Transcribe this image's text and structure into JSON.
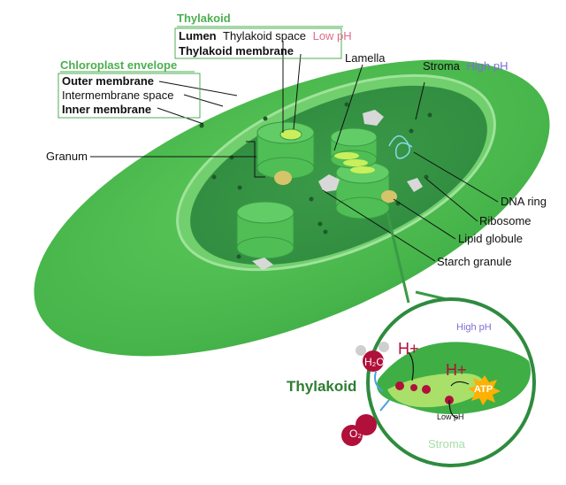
{
  "labels": {
    "thylakoid_header": "Thylakoid",
    "lumen": "Lumen",
    "thylakoid_space": "Thylakoid space",
    "low_ph": "Low pH",
    "thylakoid_membrane": "Thylakoid membrane",
    "chloroplast_envelope": "Chloroplast envelope",
    "outer_membrane": "Outer membrane",
    "intermembrane_space": "Intermembrane space",
    "inner_membrane": "Inner membrane",
    "granum": "Granum",
    "lamella": "Lamella",
    "stroma": "Stroma",
    "high_ph": "High pH",
    "dna_ring": "DNA ring",
    "ribosome": "Ribosome",
    "lipid_globule": "Lipid globule",
    "starch_granule": "Starch granule"
  },
  "inset": {
    "title": "Thylakoid",
    "high_ph": "High pH",
    "low_ph": "Low pH",
    "stroma": "Stroma",
    "h_plus_1": "H+",
    "h_plus_2": "H+",
    "atp": "ATP",
    "h2o": "H₂O",
    "o2": "O₂"
  },
  "colors": {
    "outer_green": "#4db848",
    "inner_green": "#5cbd5c",
    "stroma_green": "#3f9e4a",
    "label_green": "#4caf50",
    "low_ph_pink": "#e06b8a",
    "high_ph_purple": "#7b6fd6",
    "dark_red": "#b0103a",
    "atp_orange": "#ffb000"
  }
}
